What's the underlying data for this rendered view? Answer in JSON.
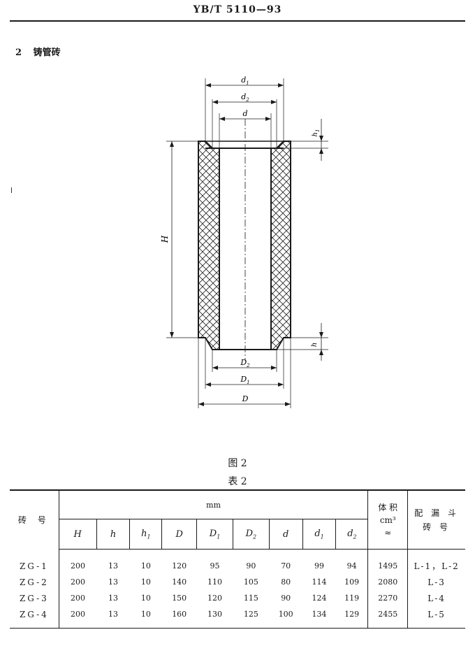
{
  "header": {
    "standard_code": "YB/T 5110—93"
  },
  "section": {
    "number": "2",
    "title": "铸管砖"
  },
  "figure": {
    "caption": "图 2",
    "labels": {
      "d1": "d1",
      "d2": "d2",
      "d": "d",
      "h1": "h1",
      "H": "H",
      "h": "h",
      "D2": "D2",
      "D1": "D1",
      "D": "D"
    }
  },
  "table": {
    "caption": "表 2",
    "brick_no_label": "砖 号",
    "unit_label": "mm",
    "volume_label_line1": "体 积",
    "volume_label_line2": "cm³",
    "volume_label_line3": "≈",
    "funnel_label_line1": "配 漏 斗",
    "funnel_label_line2": "砖 号",
    "params": [
      {
        "base": "H",
        "sub": ""
      },
      {
        "base": "h",
        "sub": ""
      },
      {
        "base": "h",
        "sub": "1"
      },
      {
        "base": "D",
        "sub": ""
      },
      {
        "base": "D",
        "sub": "1"
      },
      {
        "base": "D",
        "sub": "2"
      },
      {
        "base": "d",
        "sub": ""
      },
      {
        "base": "d",
        "sub": "1"
      },
      {
        "base": "d",
        "sub": "2"
      }
    ],
    "rows": [
      {
        "brick": "ZG-1",
        "values": [
          "200",
          "13",
          "10",
          "120",
          "95",
          "90",
          "70",
          "99",
          "94"
        ],
        "volume": "1495",
        "funnel": "L-1，L-2"
      },
      {
        "brick": "ZG-2",
        "values": [
          "200",
          "13",
          "10",
          "140",
          "110",
          "105",
          "80",
          "114",
          "109"
        ],
        "volume": "2080",
        "funnel": "L-3"
      },
      {
        "brick": "ZG-3",
        "values": [
          "200",
          "13",
          "10",
          "150",
          "120",
          "115",
          "90",
          "124",
          "119"
        ],
        "volume": "2270",
        "funnel": "L-4"
      },
      {
        "brick": "ZG-4",
        "values": [
          "200",
          "13",
          "10",
          "160",
          "130",
          "125",
          "100",
          "134",
          "129"
        ],
        "volume": "2455",
        "funnel": "L-5"
      }
    ]
  }
}
